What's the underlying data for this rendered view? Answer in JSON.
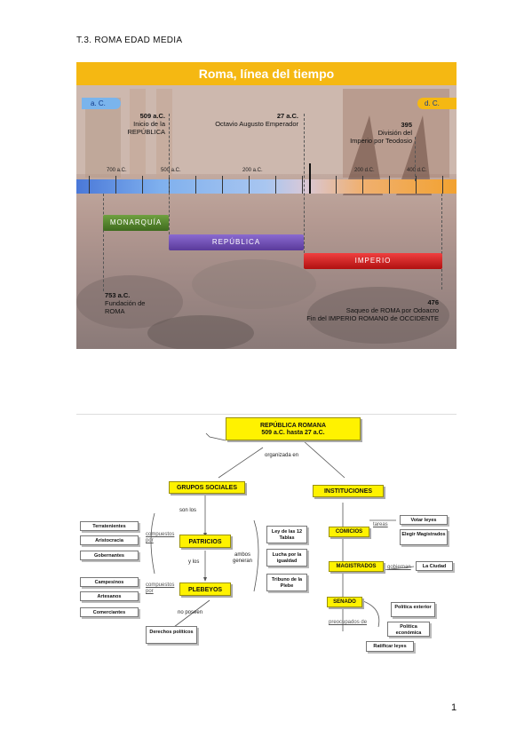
{
  "header": "T.3. ROMA EDAD MEDIA",
  "page_number": "1",
  "timeline": {
    "title": "Roma, línea del tiempo",
    "era_ac": "a. C.",
    "era_dc": "d. C.",
    "events": [
      {
        "date": "509 a.C.",
        "text1": "Inicio de la",
        "text2": "REPÚBLICA"
      },
      {
        "date": "27 a.C.",
        "text1": "Octavio Augusto Emperador",
        "text2": ""
      },
      {
        "date": "395",
        "text1": "División del",
        "text2": "Imperio por Teodosio"
      },
      {
        "date": "753 a.C.",
        "text1": "Fundación de",
        "text2": "ROMA"
      },
      {
        "date": "476",
        "text1": "Saqueo de ROMA por Odoacro",
        "text2": "Fin del IMPERIO ROMANO de OCCIDENTE"
      }
    ],
    "ticks": [
      "700 a.C.",
      "500 a.C.",
      "200 a.C.",
      "200 d.C.",
      "400 d.C."
    ],
    "periods": [
      "MONARQUÍA",
      "REPÚBLICA",
      "IMPERIO"
    ]
  },
  "concept_map": {
    "root_line1": "REPÚBLICA ROMANA",
    "root_line2": "509 a.C. hasta 27 a.C.",
    "organizada_en": "organizada en",
    "grupos": "GRUPOS SOCIALES",
    "instituciones": "INSTITUCIONES",
    "son_los": "son los",
    "compuestos_por": "compuestos por",
    "patricios": "PATRICIOS",
    "y_los": "y los",
    "plebeyos": "PLEBEYOS",
    "no_poseen": "no poseen",
    "derechos": "Derechos políticos",
    "ambos_generan": "ambos generan",
    "patricios_items": [
      "Terratenientes",
      "Aristocracia",
      "Gobernantes"
    ],
    "plebeyos_items": [
      "Campesinos",
      "Artesanos",
      "Comerciantes"
    ],
    "leyes": [
      "Ley de las 12 Tablas",
      "Lucha por la igualdad",
      "Tribuno de la Plebe"
    ],
    "comicios": "COMICIOS",
    "tareas": "tareas",
    "comicios_items": [
      "Votar leyes",
      "Elegir Magistrados"
    ],
    "magistrados": "MAGISTRADOS",
    "gobiernan": "gobiernan",
    "la_ciudad": "La Ciudad",
    "senado": "SENADO",
    "preocupados_de": "preocupados de",
    "senado_items": [
      "Política exterior",
      "Política económica",
      "Ratificar leyes"
    ]
  }
}
